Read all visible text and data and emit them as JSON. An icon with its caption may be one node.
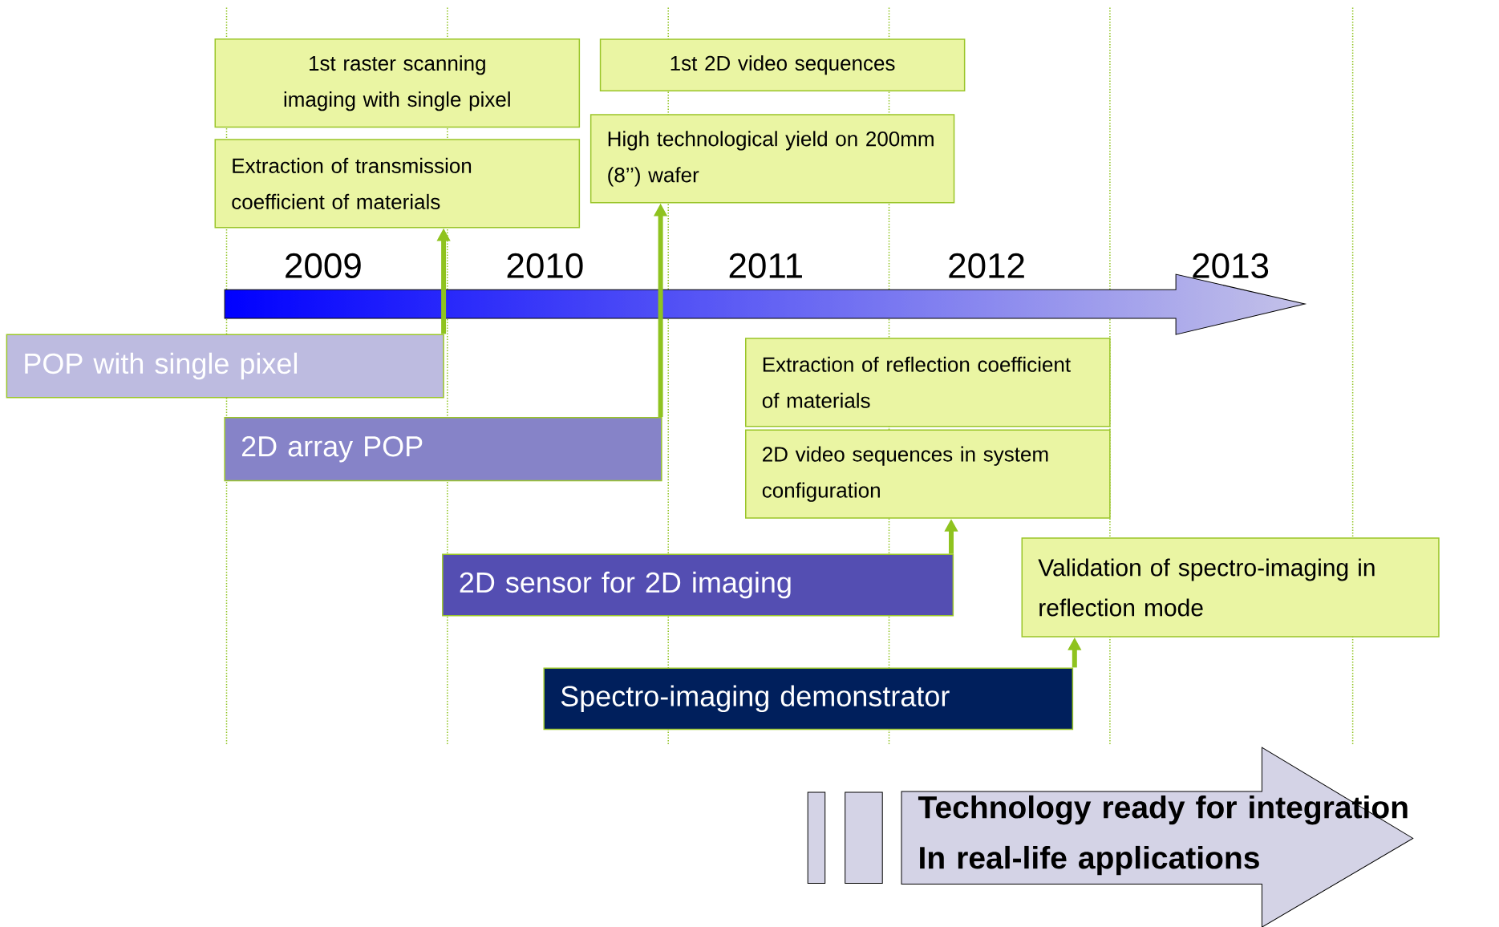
{
  "diagram": {
    "nodes": [
      {
        "text": [
          "1st raster scanning imaging with single pixel"
        ]
      },
      {
        "text": [
          "1st 2D video sequences"
        ]
      },
      {
        "text": [
          "Extraction of transmission coefficient of materials"
        ]
      },
      {
        "text": [
          "High technological yield on 200mm (8’’) wafer"
        ]
      },
      {
        "text": [
          "POP with single pixel"
        ]
      },
      {
        "text": [
          "Extraction of reflection coefficient of materials"
        ]
      },
      {
        "text": [
          "2D array POP"
        ]
      },
      {
        "text": [
          "2D video sequences in system configuration"
        ]
      },
      {
        "text": [
          "2D sensor for 2D imaging"
        ]
      },
      {
        "text": [
          "Validation of spectro-imaging in reflection mode"
        ]
      },
      {
        "text": [
          "Spectro-imaging demonstrator"
        ]
      },
      {
        "text": [
          "Technology ready for integration In real-life applications"
        ]
      }
    ],
    "edges": [
      {
        "from": 4,
        "to": 2,
        "arrow": "to"
      },
      {
        "from": 6,
        "to": 3,
        "arrow": "to"
      },
      {
        "from": 8,
        "to": 7,
        "arrow": "to"
      },
      {
        "from": 10,
        "to": 9,
        "arrow": "to"
      }
    ],
    "labels": [
      "2009",
      "2010",
      "2011",
      "2012",
      "2013"
    ]
  }
}
